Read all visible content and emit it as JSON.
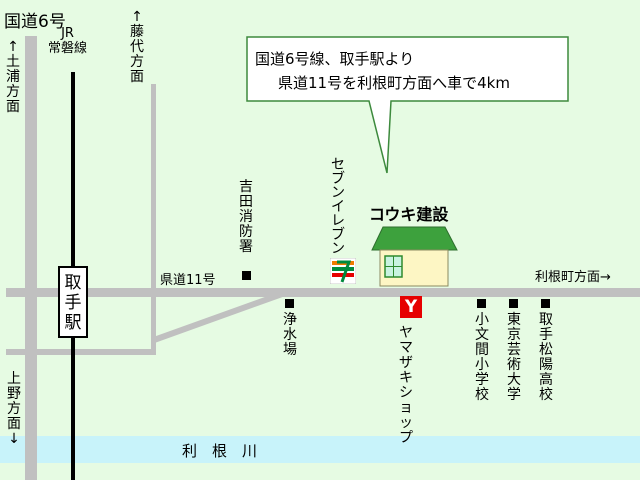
{
  "title": "国道6号",
  "callout": {
    "line1": "国道6号線、取手駅より",
    "line2": "県道11号を利根町方面へ車で4km"
  },
  "destination": {
    "name": "コウキ建設"
  },
  "labels": {
    "jr_line": "JR\n常磐線",
    "fujishiro": "↑\n藤\n代\n方\n面",
    "tsuchiura": "↑\n土\n浦\n方\n面",
    "ueno": "上\n野\n方\n面\n↓",
    "toride_station": "取\n手\n駅",
    "kendo": "県道11号",
    "tone_direction": "利根町方面→",
    "river": "利　根　川",
    "fire_station": "吉\n田\n消\n防\n署",
    "seven_eleven": "セ\nブ\nン\nイ\nレ\nブ\nン",
    "water_plant": "浄\n水\n場",
    "yamazaki": "ヤ\nマ\nザ\nキ\nシ\nョ\nッ\nプ",
    "komonma_school": "小\n文\n間\n小\n学\n校",
    "tokyo_geijutsu": "東\n京\n芸\n術\n大\n学",
    "toride_shoyo": "取\n手\n松\n陽\n高\n校"
  },
  "colors": {
    "background": "#e6fbe3",
    "road": "#c0c0c0",
    "river": "#c8f3fa",
    "house_roof": "#3da13d",
    "house_wall": "#fdf6c4",
    "yamazaki_red": "#e60000",
    "seven_green": "#008a3e",
    "seven_orange": "#f07a00"
  }
}
